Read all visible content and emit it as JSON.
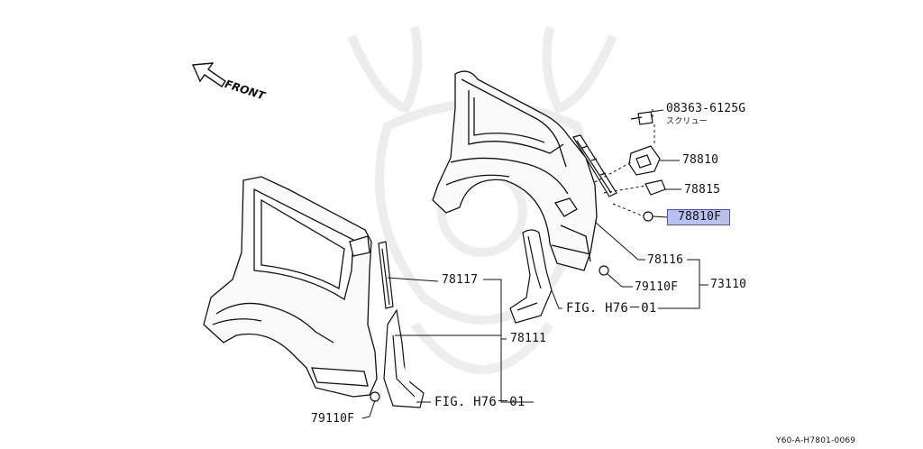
{
  "front_label": "FRONT",
  "screw_label": "スクリュー",
  "diagram_id": "Y60-A-H7801-0069",
  "highlight_color": "#b9c2ee",
  "parts": {
    "screw": "08363-6125G",
    "p78810": "78810",
    "p78815": "78815",
    "p78810f": "78810F",
    "p78116": "78116",
    "p73110": "73110",
    "p79110f_right": "79110F",
    "fig_right": "FIG. H76－01",
    "p78117": "78117",
    "p78111": "78111",
    "fig_left": "FIG. H76－01",
    "p79110f_left": "79110F"
  }
}
